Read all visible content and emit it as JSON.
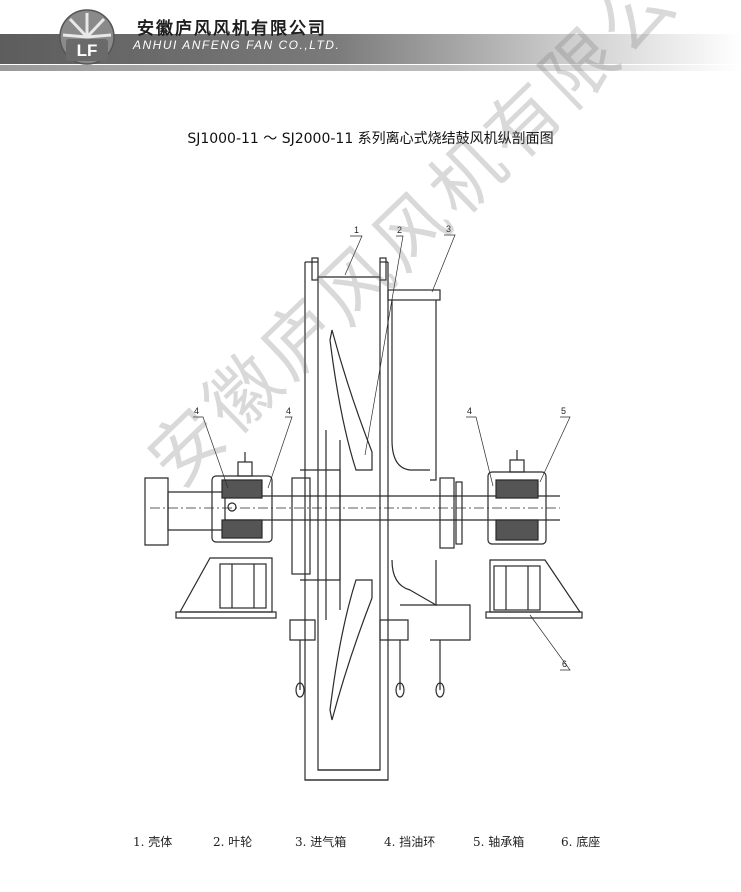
{
  "header": {
    "company_cn": "安徽庐风风机有限公司",
    "company_en": "ANHUI ANFENG FAN CO.,LTD.",
    "logo_text": "LF"
  },
  "title": "SJ1000-11 ～ SJ2000-11 系列离心式烧结鼓风机纵剖面图",
  "callouts": [
    "1",
    "2",
    "3",
    "4",
    "4",
    "4",
    "5",
    "6"
  ],
  "legend": [
    "1. 壳体",
    "2. 叶轮",
    "3. 进气箱",
    "4. 挡油环",
    "5. 轴承箱",
    "6. 底座"
  ],
  "watermark": "安徽庐风风机有限公司",
  "colors": {
    "line": "#2a2a2a",
    "band_dark": "#6b6b6b",
    "watermark": "#9a9a9a"
  }
}
